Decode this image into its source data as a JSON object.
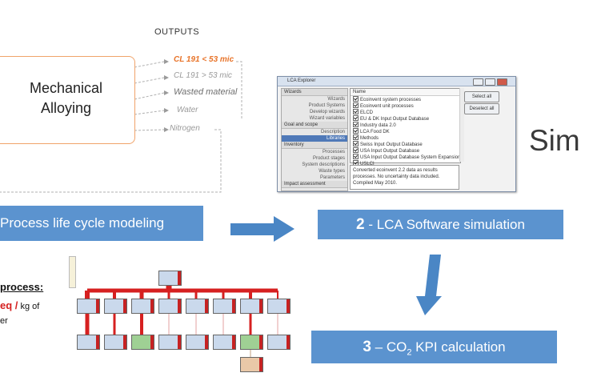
{
  "outputs_header": "OUTPUTS",
  "mechanical_alloying": {
    "line1": "Mechanical",
    "line2": "Alloying"
  },
  "outputs": [
    {
      "label": "CL 191 < 53 mic",
      "color": "#e8742a"
    },
    {
      "label": "CL 191 > 53 mic",
      "color": "#9a9a9a"
    },
    {
      "label": "Wasted material",
      "color": "#7a7a7a"
    },
    {
      "label": "Water",
      "color": "#9a9a9a"
    },
    {
      "label": "Nitrogen",
      "color": "#9a9a9a"
    }
  ],
  "steps": {
    "step1": "Process life cycle modeling",
    "step2_num": "2",
    "step2_text": " - LCA Software simulation",
    "step3_num": "3",
    "step3_dash": " – CO",
    "step3_sub": "2",
    "step3_text": " KPI calculation"
  },
  "simapro_text": "Sim",
  "process_note": {
    "title": "process:",
    "unit_bold": "eq /",
    "unit_rest": " kg of",
    "line3": "er"
  },
  "lca_window": {
    "title": "LCA Explorer",
    "nav_sections": [
      {
        "header": "Wizards",
        "items": [
          "Wizards",
          "Product Systems",
          "Develop wizards",
          "Wizard variables"
        ]
      },
      {
        "header": "Goal and scope",
        "items": [
          "Description",
          "Libraries"
        ]
      },
      {
        "header": "Inventory",
        "items": [
          "Processes",
          "Product stages",
          "System descriptions",
          "Waste types",
          "Parameters"
        ]
      },
      {
        "header": "Impact assessment",
        "items": []
      }
    ],
    "list_header": "Name",
    "libraries": [
      "Ecoinvent system processes",
      "Ecoinvent unit processes",
      "ELCD",
      "EU & DK Input Output Database",
      "Industry data 2.0",
      "LCA Food DK",
      "Methods",
      "Swiss Input Output Database",
      "USA Input Output Database",
      "USA Input Output Database System Expansion",
      "USLCI"
    ],
    "description": "Converted ecoinvent 2.2 data as results processes. No uncertainty data included. Compiled May 2010.",
    "buttons": [
      "Select all",
      "Deselect all"
    ]
  },
  "colors": {
    "step_box": "#5b93cf",
    "arrow": "#4a86c5",
    "simapro_green": "#3fae4a",
    "tree_red": "#d62020"
  }
}
